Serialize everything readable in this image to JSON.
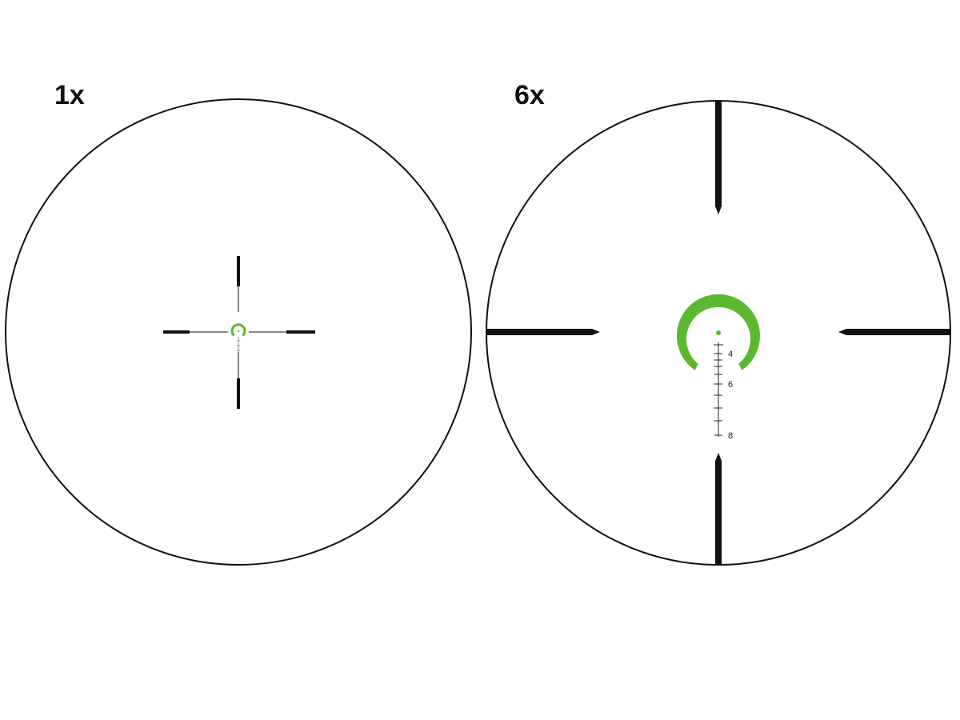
{
  "views": [
    {
      "magnification_label": "1x"
    },
    {
      "magnification_label": "6x"
    }
  ],
  "reticle": {
    "accent_color": "#5cb82e",
    "line_color": "#111111",
    "bdc_labels": [
      "4",
      "6",
      "8"
    ]
  }
}
